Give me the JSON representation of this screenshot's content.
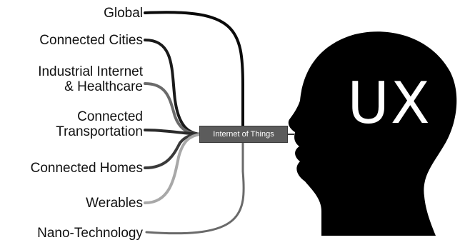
{
  "hub": {
    "label": "Internet of Things"
  },
  "head": {
    "label": "UX"
  },
  "branches": [
    {
      "label": "Global",
      "color": "#0a0a0a"
    },
    {
      "label": "Connected Cities",
      "color": "#1a1a1a"
    },
    {
      "label": "Industrial Internet\n& Healthcare",
      "color": "#6a6a6a"
    },
    {
      "label": "Connected\nTransportation",
      "color": "#2a2a2a"
    },
    {
      "label": "Connected Homes",
      "color": "#3a3a3a"
    },
    {
      "label": "Werables",
      "color": "#a8a8a8"
    },
    {
      "label": "Nano-Technology",
      "color": "#6a6a6a"
    }
  ]
}
